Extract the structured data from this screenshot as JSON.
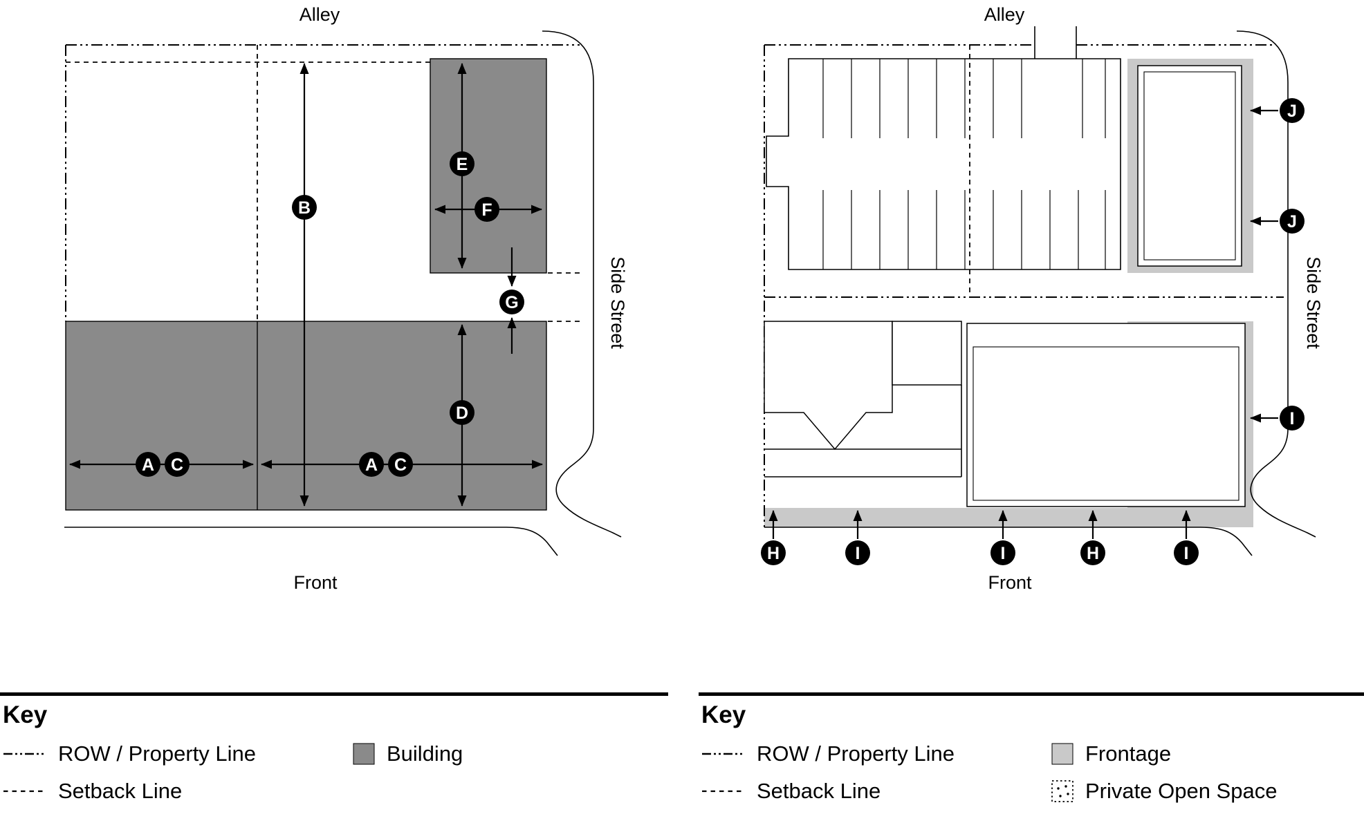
{
  "colors": {
    "building": "#8a8a8a",
    "frontage": "#c9c9c9",
    "line": "#000000"
  },
  "left_diagram": {
    "alley_label": "Alley",
    "front_label": "Front",
    "side_street_label": "Side Street",
    "markers": {
      "a": "A",
      "b": "B",
      "c": "C",
      "d": "D",
      "e": "E",
      "f": "F",
      "g": "G"
    }
  },
  "right_diagram": {
    "alley_label": "Alley",
    "front_label": "Front",
    "side_street_label": "Side Street",
    "markers": {
      "h": "H",
      "i": "I",
      "j": "J"
    }
  },
  "left_key": {
    "title": "Key",
    "row_property": "ROW / Property Line",
    "setback": "Setback Line",
    "building": "Building"
  },
  "right_key": {
    "title": "Key",
    "row_property": "ROW / Property Line",
    "setback": "Setback Line",
    "frontage": "Frontage",
    "open_space": "Private Open Space"
  }
}
